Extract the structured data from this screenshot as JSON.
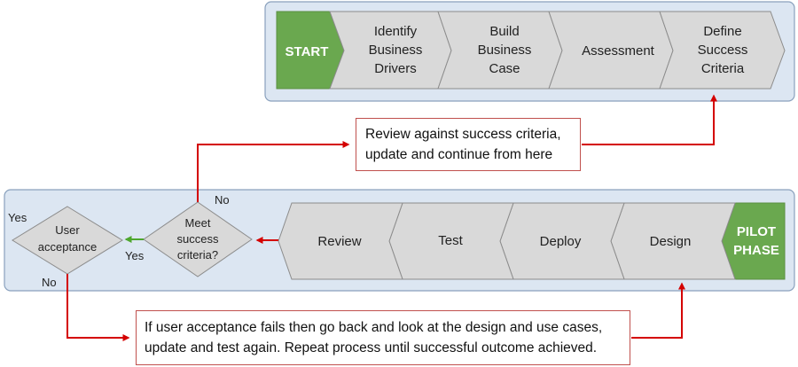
{
  "top_phase": {
    "start_label": "START",
    "steps": [
      [
        "Identify",
        "Business",
        "Drivers"
      ],
      [
        "Build",
        "Business",
        "Case"
      ],
      [
        "Assessment"
      ],
      [
        "Define",
        "Success",
        "Criteria"
      ]
    ]
  },
  "pilot_phase": {
    "badge_lines": [
      "PILOT",
      "PHASE"
    ],
    "steps": [
      "Review",
      "Test",
      "Deploy",
      "Design"
    ]
  },
  "decisions": {
    "success": [
      "Meet",
      "success",
      "criteria?"
    ],
    "acceptance": [
      "User",
      "acceptance"
    ]
  },
  "edge_labels": {
    "success_no": "No",
    "success_yes": "Yes",
    "acceptance_yes": "Yes",
    "acceptance_no": "No"
  },
  "notes": {
    "review_note": [
      "Review against success criteria,",
      "update and continue from here"
    ],
    "acceptance_note": [
      "If user acceptance fails then go back and look at the design and use cases,",
      "update and test again. Repeat process until successful outcome achieved."
    ]
  },
  "colors": {
    "panel_fill": "#dce6f2",
    "panel_border": "#8aa1bd",
    "step_fill": "#d9d9d9",
    "step_border": "#8c8c8c",
    "accent_green": "#6aa84f",
    "connector_red": "#d40000",
    "connector_green": "#4ea72e"
  }
}
